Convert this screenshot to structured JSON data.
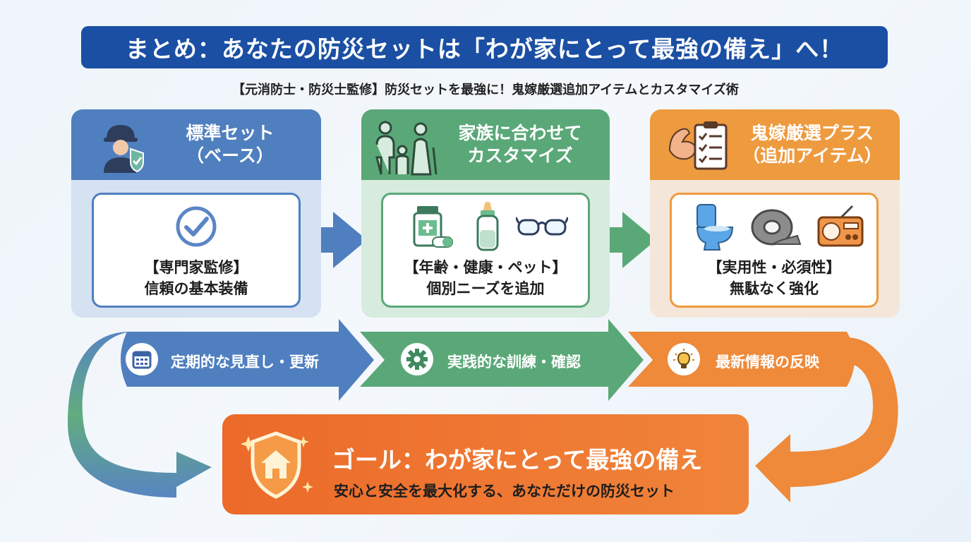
{
  "title": "まとめ：あなたの防災セットは「わが家にとって最強の備え」へ！",
  "subtitle": "【元消防士・防災士監修】防災セットを最強に！鬼嫁厳選追加アイテムとカスタマイズ術",
  "columns": [
    {
      "heading_line1": "標準セット",
      "heading_line2": "（ベース）",
      "card_line1": "【専門家監修】",
      "card_line2": "信頼の基本装備",
      "color": "#4f7fbf"
    },
    {
      "heading_line1": "家族に合わせて",
      "heading_line2": "カスタマイズ",
      "card_line1": "【年齢・健康・ペット】",
      "card_line2": "個別ニーズを追加",
      "color": "#5aa878"
    },
    {
      "heading_line1": "鬼嫁厳選プラス",
      "heading_line2": "（追加アイテム）",
      "card_line1": "【実用性・必須性】",
      "card_line2": "無駄なく強化",
      "color": "#ee9a3e"
    }
  ],
  "cycle": [
    {
      "label": "定期的な見直し・更新",
      "icon": "calendar-icon"
    },
    {
      "label": "実践的な訓練・確認",
      "icon": "gear-icon"
    },
    {
      "label": "最新情報の反映",
      "icon": "lightbulb-icon"
    }
  ],
  "goal": {
    "title": "ゴール：わが家にとって最強の備え",
    "subtitle": "安心と安全を最大化する、あなただけの防災セット"
  },
  "colors": {
    "title_bg": "#1a4fa3",
    "blue": "#4f7fbf",
    "green": "#5aa878",
    "orange": "#ee9a3e",
    "goal": "#ec6a2a"
  }
}
